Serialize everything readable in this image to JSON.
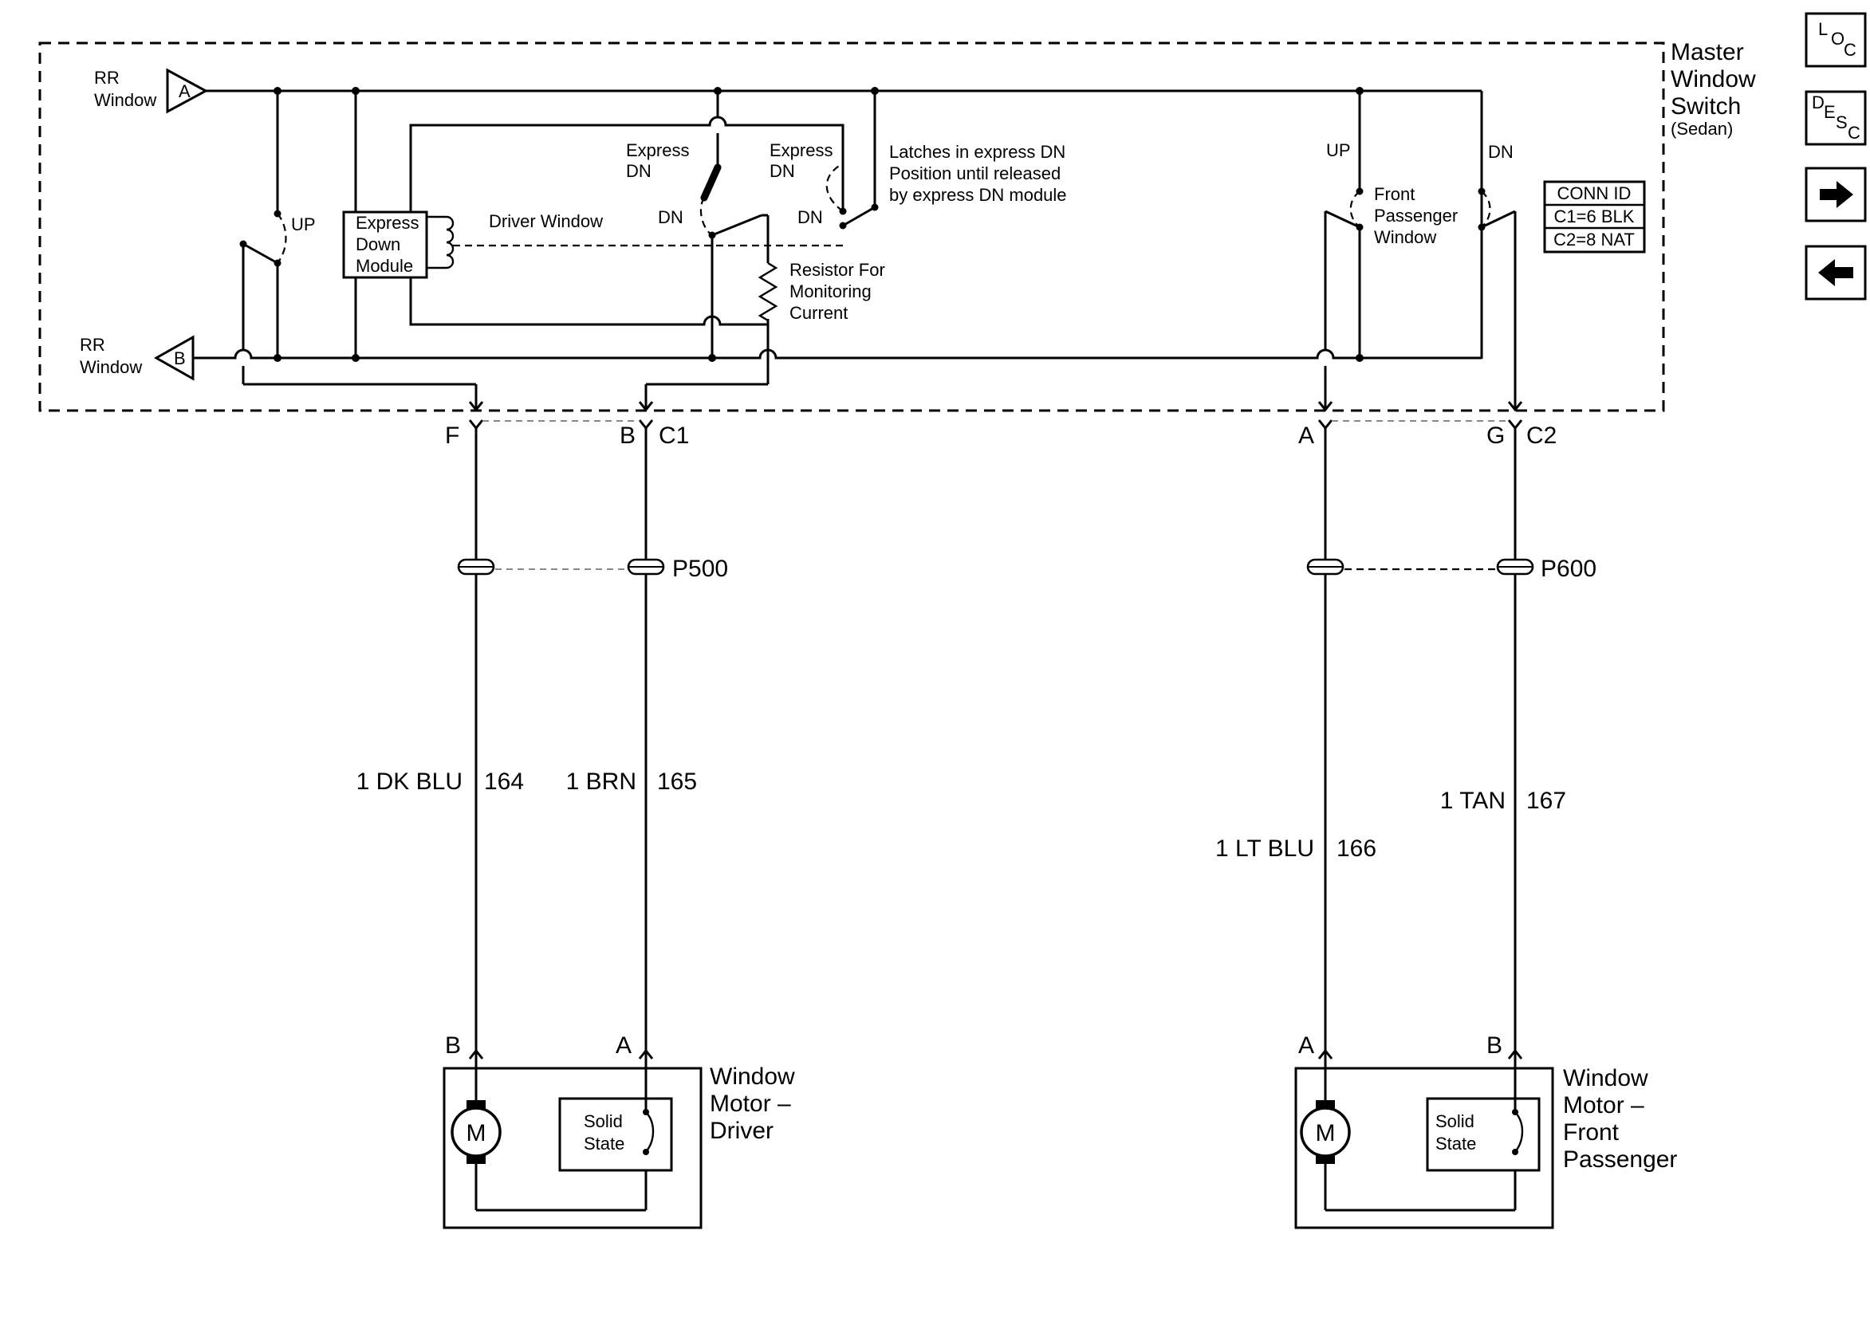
{
  "header": {
    "master_title_1": "Master",
    "master_title_2": "Window",
    "master_title_3": "Switch",
    "master_sub": "(Sedan)"
  },
  "conn_id": {
    "title": "CONN ID",
    "c1": "C1=6 BLK",
    "c2": "C2=8 NAT"
  },
  "inputs": {
    "rr_a_l1": "RR",
    "rr_a_l2": "Window",
    "rr_a_tag": "A",
    "rr_b_l1": "RR",
    "rr_b_l2": "Window",
    "rr_b_tag": "B"
  },
  "switch_labels": {
    "up_rr": "UP",
    "edm_1": "Express",
    "edm_2": "Down",
    "edm_3": "Module",
    "driver_window": "Driver Window",
    "express_dn_a_1": "Express",
    "express_dn_a_2": "DN",
    "express_dn_b_1": "Express",
    "express_dn_b_2": "DN",
    "dn_a": "DN",
    "dn_b": "DN",
    "latch_1": "Latches in express DN",
    "latch_2": "Position until released",
    "latch_3": "by express DN module",
    "resistor_1": "Resistor For",
    "resistor_2": "Monitoring",
    "resistor_3": "Current",
    "up_fp": "UP",
    "dn_fp": "DN",
    "fp_1": "Front",
    "fp_2": "Passenger",
    "fp_3": "Window"
  },
  "connectors": {
    "pin_f": "F",
    "pin_b": "B",
    "c1": "C1",
    "pin_a": "A",
    "pin_g": "G",
    "c2": "C2",
    "p500": "P500",
    "p600": "P600"
  },
  "wires": {
    "w164_color": "1 DK BLU",
    "w164_circuit": "164",
    "w165_color": "1 BRN",
    "w165_circuit": "165",
    "w166_color": "1 LT BLU",
    "w166_circuit": "166",
    "w167_color": "1 TAN",
    "w167_circuit": "167"
  },
  "motors": {
    "driver_pin_b": "B",
    "driver_pin_a": "A",
    "driver_title_1": "Window",
    "driver_title_2": "Motor –",
    "driver_title_3": "Driver",
    "pass_pin_a": "A",
    "pass_pin_b": "B",
    "pass_title_1": "Window",
    "pass_title_2": "Motor –",
    "pass_title_3": "Front",
    "pass_title_4": "Passenger",
    "m": "M",
    "solid_1": "Solid",
    "solid_2": "State"
  },
  "nav": {
    "loc": [
      "L",
      "O",
      "C"
    ],
    "desc": [
      "D",
      "E",
      "S",
      "C"
    ],
    "next_icon": "arrow-right-icon",
    "prev_icon": "arrow-left-icon"
  }
}
